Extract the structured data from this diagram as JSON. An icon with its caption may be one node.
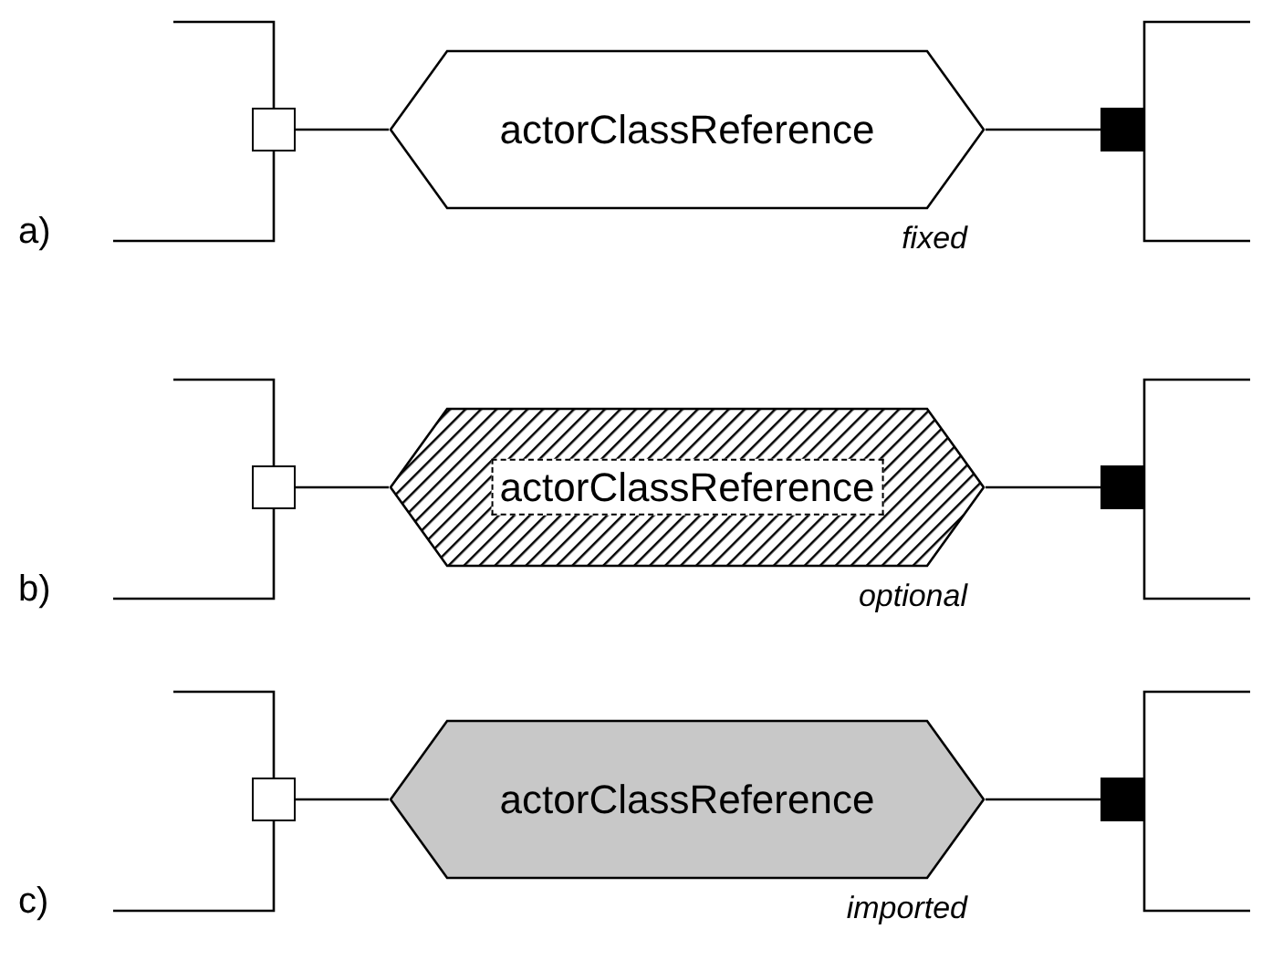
{
  "diagram": {
    "nodes": [
      {
        "text": [],
        "shape": "box"
      },
      {
        "text": [
          "actorClassReference"
        ],
        "beside": [
          "fixed"
        ]
      },
      {
        "text": [],
        "shape": "box"
      },
      {
        "text": [],
        "shape": "box"
      },
      {
        "text": [
          "actorClassReference"
        ],
        "beside": [
          "optional"
        ]
      },
      {
        "text": [],
        "shape": "box"
      },
      {
        "text": [],
        "shape": "box"
      },
      {
        "text": [
          "actorClassReference"
        ],
        "beside": [
          "imported"
        ]
      },
      {
        "text": [],
        "shape": "box"
      }
    ],
    "edges": [
      {
        "from": 0,
        "to": 1,
        "arrow": "none"
      },
      {
        "from": 1,
        "to": 2,
        "arrow": "none"
      },
      {
        "from": 3,
        "to": 4,
        "arrow": "none"
      },
      {
        "from": 4,
        "to": 5,
        "arrow": "none"
      },
      {
        "from": 6,
        "to": 7,
        "arrow": "none"
      },
      {
        "from": 7,
        "to": 8,
        "arrow": "none"
      }
    ],
    "labels": [
      "a)",
      "b)",
      "c)"
    ]
  }
}
